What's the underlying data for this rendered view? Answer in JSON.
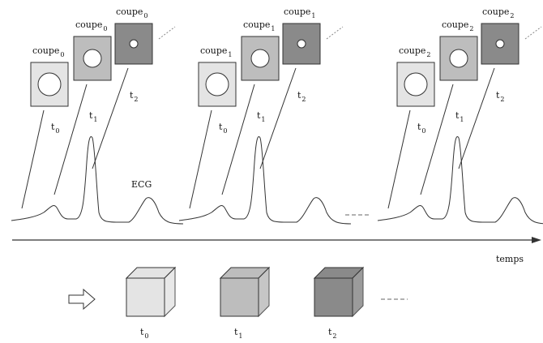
{
  "figure": {
    "groups": [
      {
        "slice_label": "coupe",
        "slice_index": "0",
        "frames": [
          {
            "time_label": "t",
            "time_index": "0",
            "fill": "#e4e4e4"
          },
          {
            "time_label": "t",
            "time_index": "1",
            "fill": "#bdbdbd"
          },
          {
            "time_label": "t",
            "time_index": "2",
            "fill": "#8a8a8a"
          }
        ]
      },
      {
        "slice_label": "coupe",
        "slice_index": "1",
        "frames": [
          {
            "time_label": "t",
            "time_index": "0",
            "fill": "#e4e4e4"
          },
          {
            "time_label": "t",
            "time_index": "1",
            "fill": "#bdbdbd"
          },
          {
            "time_label": "t",
            "time_index": "2",
            "fill": "#8a8a8a"
          }
        ]
      },
      {
        "slice_label": "coupe",
        "slice_index": "2",
        "frames": [
          {
            "time_label": "t",
            "time_index": "0",
            "fill": "#e4e4e4"
          },
          {
            "time_label": "t",
            "time_index": "1",
            "fill": "#bdbdbd"
          },
          {
            "time_label": "t",
            "time_index": "2",
            "fill": "#8a8a8a"
          }
        ]
      }
    ],
    "ecg_label": "ECG",
    "axis_label": "temps",
    "volumes": [
      {
        "time_label": "t",
        "time_index": "0",
        "fill": "#e4e4e4"
      },
      {
        "time_label": "t",
        "time_index": "1",
        "fill": "#bdbdbd"
      },
      {
        "time_label": "t",
        "time_index": "2",
        "fill": "#8a8a8a"
      }
    ],
    "arrow_icon": "hollow-right-arrow-icon"
  }
}
